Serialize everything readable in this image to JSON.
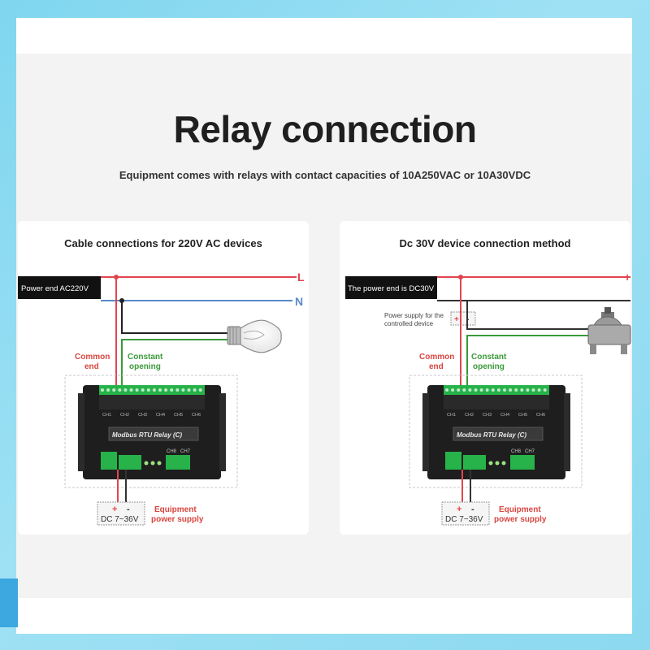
{
  "title": "Relay connection",
  "subtitle": "Equipment comes with relays with contact capacities of 10A250VAC or 10A30VDC",
  "left_panel": {
    "title": "Cable connections for 220V AC devices",
    "power_label": "Power end AC220V",
    "line_l": "L",
    "line_n": "N",
    "common_end": [
      "Common",
      "end"
    ],
    "constant_opening": [
      "Constant",
      "opening"
    ],
    "dc_label": "DC 7~36V",
    "dc_plus": "+",
    "dc_minus": "-",
    "equipment_supply": [
      "Equipment",
      "power supply"
    ],
    "relay_name": "Modbus RTU Relay (C)",
    "channels": [
      "CH1",
      "CH2",
      "CH3",
      "CH4",
      "CH5",
      "CH6"
    ],
    "lower_channels": [
      "CH8",
      "CH7"
    ]
  },
  "right_panel": {
    "title": "Dc 30V device connection method",
    "power_label": "The power end is DC30V",
    "line_plus": "+",
    "controlled_supply": [
      "Power supply for the",
      "controlled device"
    ],
    "common_end": [
      "Common",
      "end"
    ],
    "constant_opening": [
      "Constant",
      "opening"
    ],
    "dc_label": "DC 7~36V",
    "dc_plus": "+",
    "dc_minus": "-",
    "equipment_supply": [
      "Equipment",
      "power supply"
    ],
    "relay_name": "Modbus RTU Relay (C)",
    "channels": [
      "CH1",
      "CH2",
      "CH3",
      "CH4",
      "CH5",
      "CH6"
    ],
    "lower_channels": [
      "CH8",
      "CH7"
    ]
  },
  "colors": {
    "live_wire": "#e0454f",
    "neutral_wire": "#5b8ac9",
    "label_red": "#d9453f",
    "label_green": "#3a9a3a",
    "relay_body": "#1e1e1e",
    "terminal_green": "#27b24a"
  }
}
